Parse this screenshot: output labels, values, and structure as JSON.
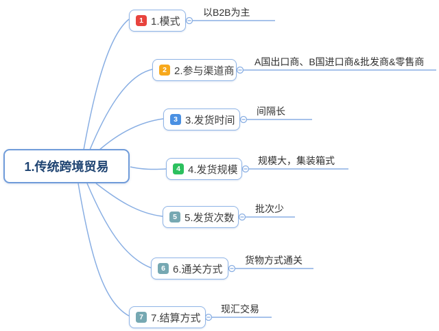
{
  "root": {
    "label": "1.传统跨境贸易"
  },
  "branches": [
    {
      "num": "1",
      "label": "1.模式",
      "badge_color": "#e8433d",
      "leaf": "以B2B为主"
    },
    {
      "num": "2",
      "label": "2.参与渠道商",
      "badge_color": "#f7a81b",
      "leaf": "A国出口商、B国进口商&批发商&零售商"
    },
    {
      "num": "3",
      "label": "3.发货时间",
      "badge_color": "#4a90e2",
      "leaf": "间隔长"
    },
    {
      "num": "4",
      "label": "4.发货规模",
      "badge_color": "#2cc05e",
      "leaf": "规模大，集装箱式"
    },
    {
      "num": "5",
      "label": "5.发货次数",
      "badge_color": "#76a8b2",
      "leaf": "批次少"
    },
    {
      "num": "6",
      "label": "6.通关方式",
      "badge_color": "#76a8b2",
      "leaf": "货物方式通关"
    },
    {
      "num": "7",
      "label": "7.结算方式",
      "badge_color": "#76a8b2",
      "leaf": "现汇交易"
    }
  ],
  "colors": {
    "line": "#88aee3",
    "node_border": "#8fb4e6",
    "root_border": "#6f9bd9",
    "root_text": "#1f4472",
    "node_text": "#3d3d3d",
    "background": "#ffffff"
  }
}
